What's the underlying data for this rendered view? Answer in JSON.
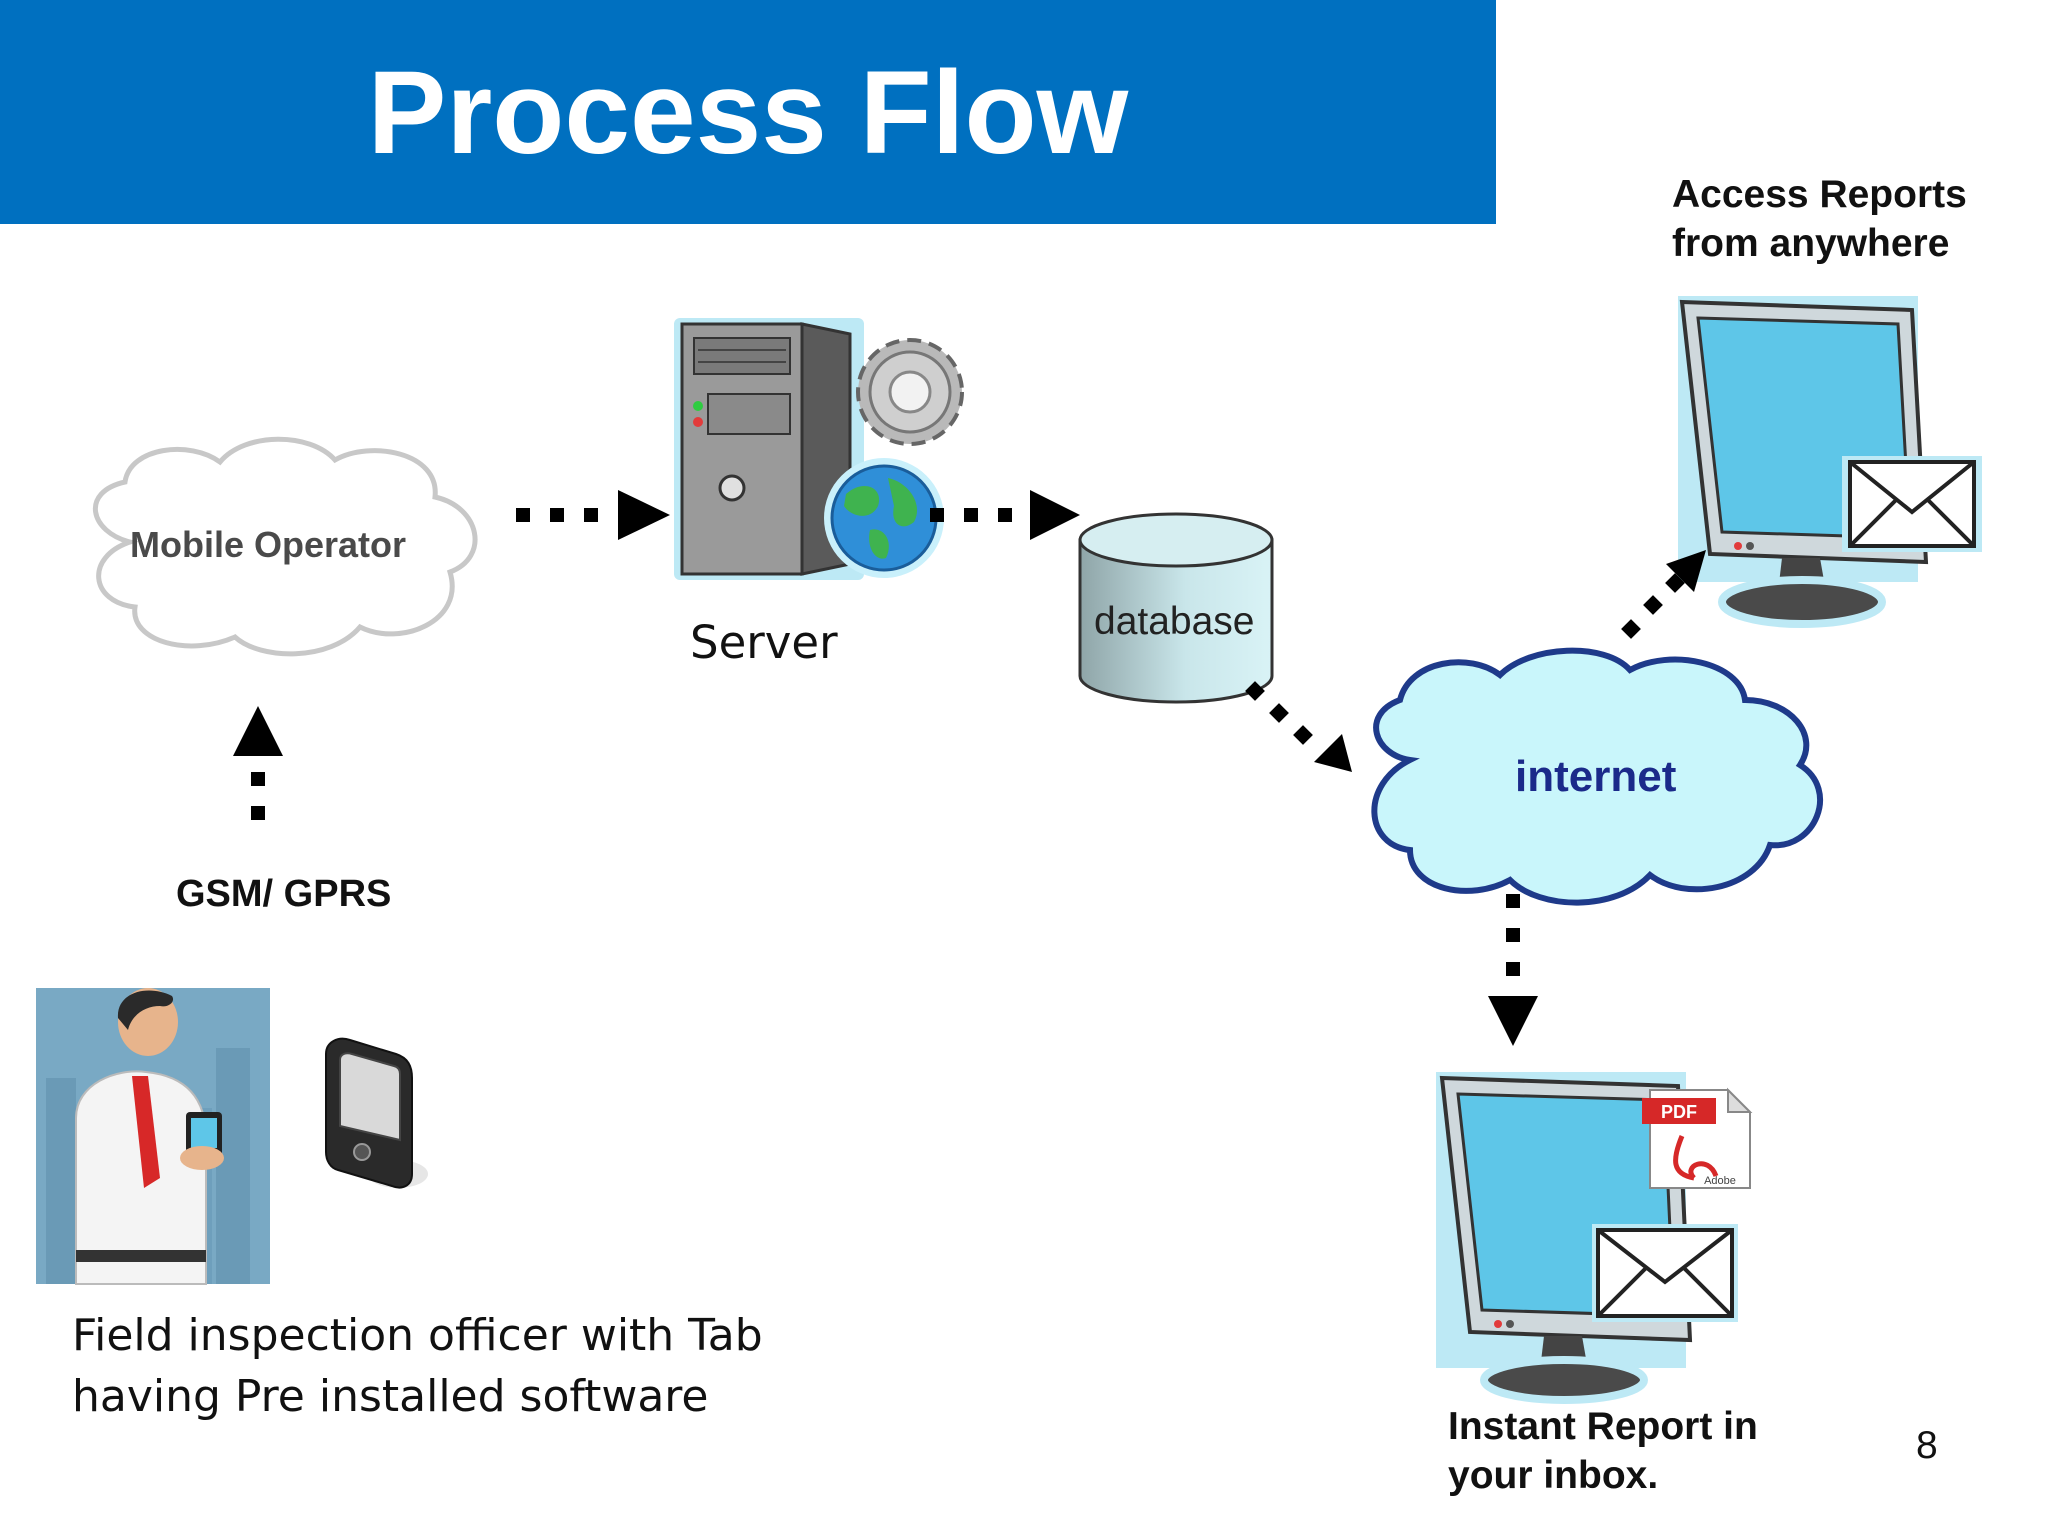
{
  "slide": {
    "title": "Process Flow",
    "page_number": "8",
    "header_color": "#0070C0"
  },
  "nodes": {
    "mobile_operator": "Mobile Operator",
    "server": "Server",
    "database": "database",
    "internet": "internet",
    "access_reports": [
      "Access Reports",
      "from anywhere"
    ],
    "gsm_gprs": "GSM/ GPRS",
    "officer_caption": [
      "Field inspection officer with Tab",
      "having Pre installed software"
    ],
    "instant_report": [
      "Instant Report in",
      "your inbox."
    ]
  },
  "icons": {
    "pdf_badge": "PDF",
    "pdf_brand": "Adobe"
  },
  "colors": {
    "monitor_screen": "#5ec6e8",
    "internet_cloud": "#c9f6fb",
    "internet_text": "#1b2a8a"
  }
}
